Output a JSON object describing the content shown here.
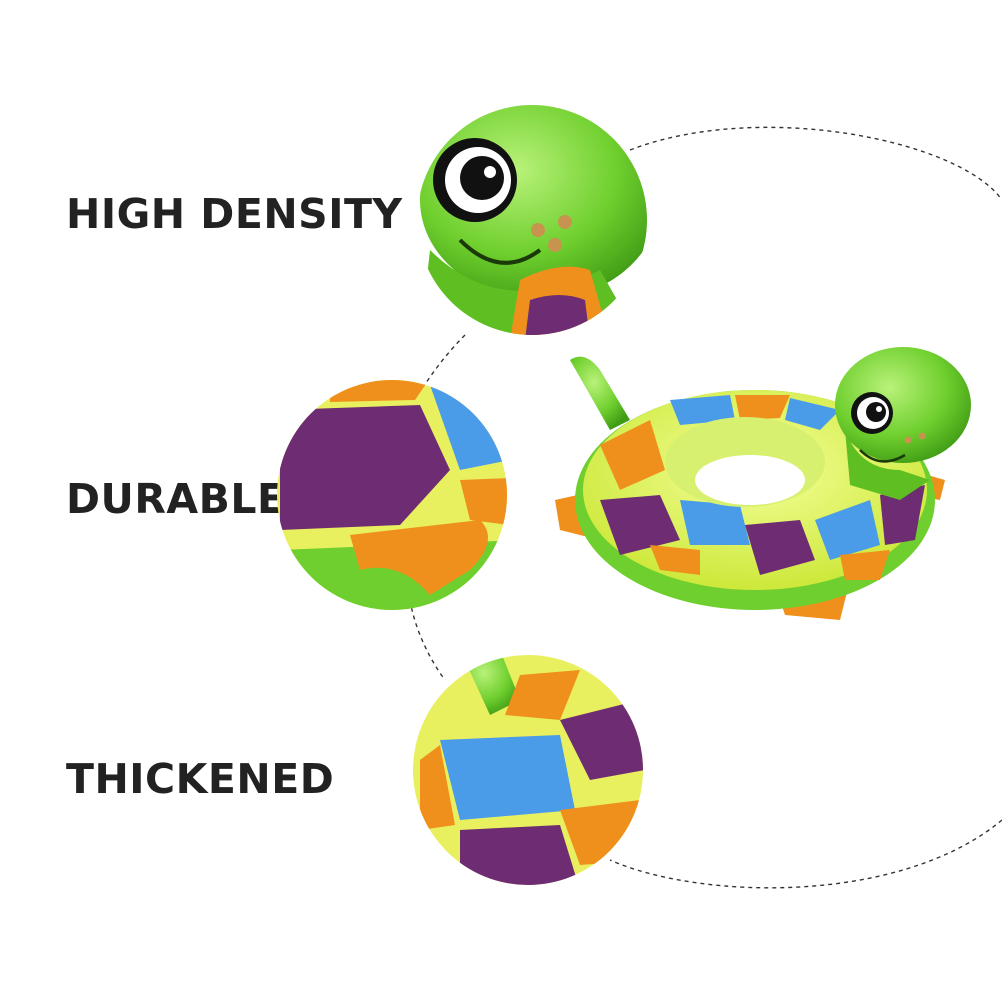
{
  "features": [
    {
      "label": "HIGH DENSITY",
      "detail": "turtle-head-closeup"
    },
    {
      "label": "DURABLE",
      "detail": "shell-pattern-closeup"
    },
    {
      "label": "THICKENED",
      "detail": "tail-and-shell-closeup"
    }
  ],
  "product": {
    "name": "turtle-swim-ring",
    "icon": "turtle-float"
  },
  "colors": {
    "text": "#222222",
    "green": "#6fcf2e",
    "yellow": "#e8f060",
    "blue": "#4a9be8",
    "orange": "#f0901c",
    "purple": "#6e2c72"
  }
}
